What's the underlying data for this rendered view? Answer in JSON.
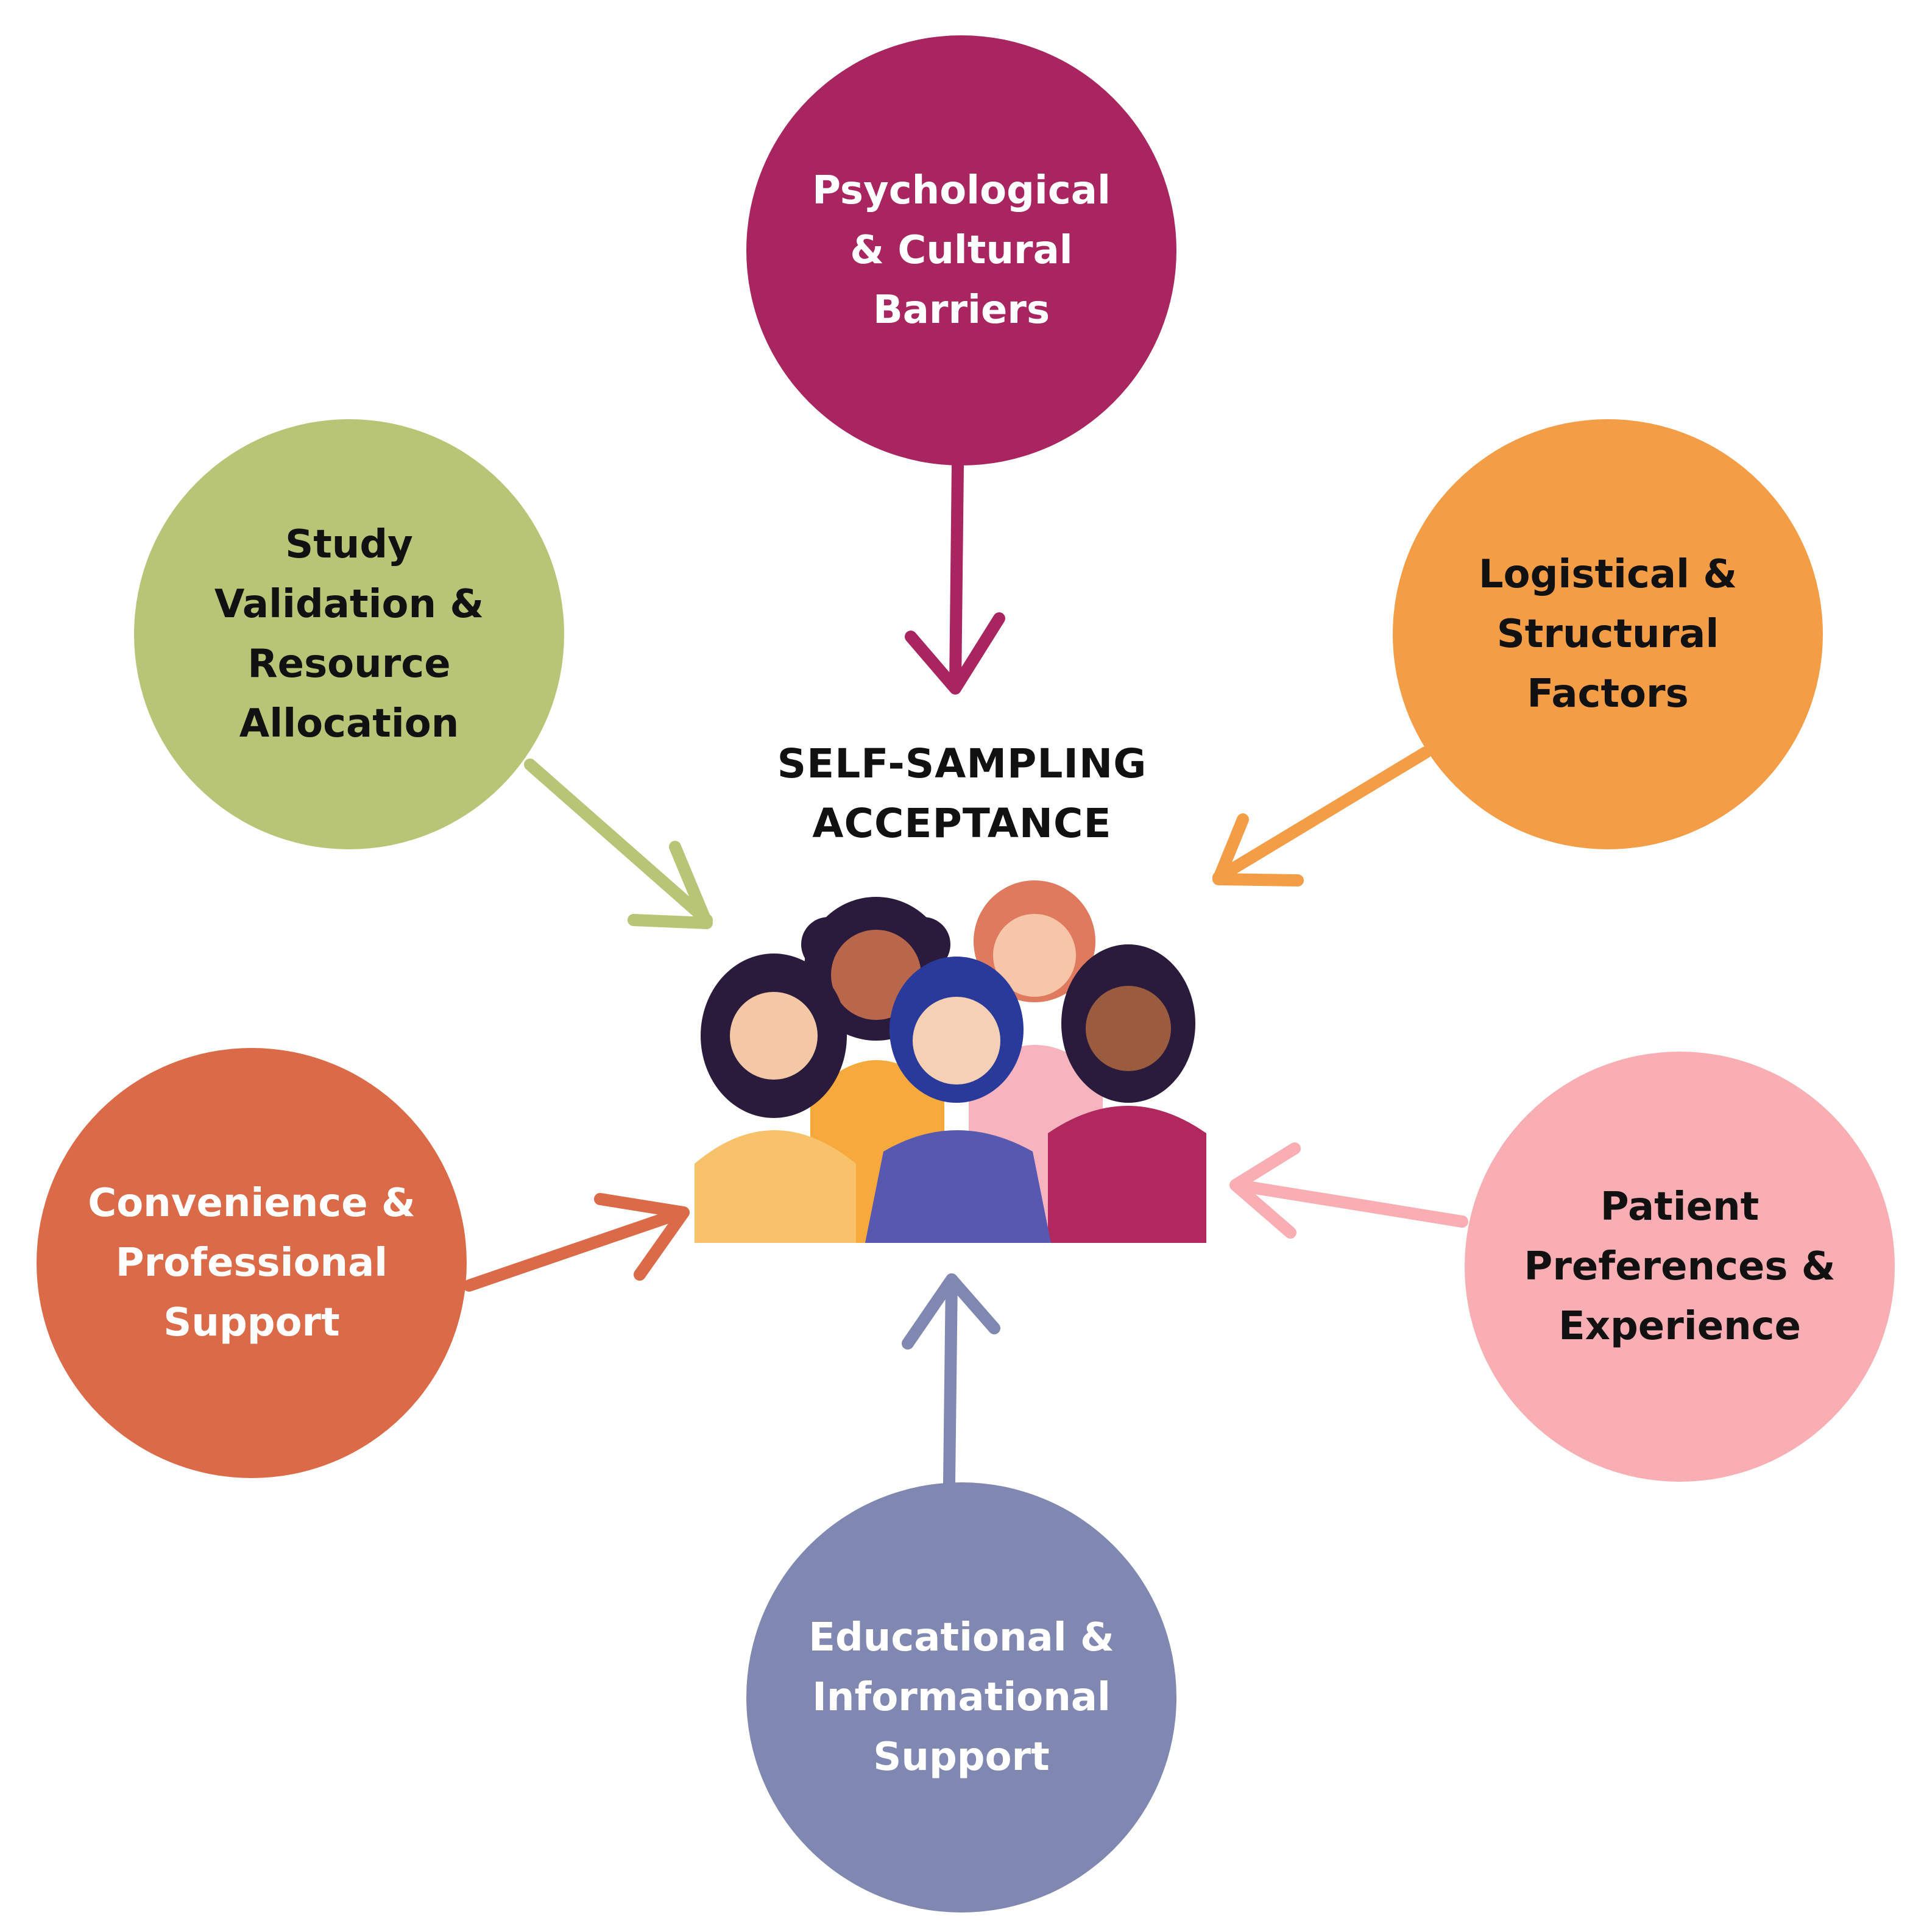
{
  "center": {
    "title_lines": [
      "SELF-SAMPLING",
      "ACCEPTANCE"
    ]
  },
  "factors": [
    {
      "id": "psych",
      "lines": [
        "Psychological",
        "& Cultural",
        "Barriers"
      ],
      "color": "#A82560"
    },
    {
      "id": "study",
      "lines": [
        "Study",
        "Validation &",
        "Resource",
        "Allocation"
      ],
      "color": "#B8C577"
    },
    {
      "id": "logist",
      "lines": [
        "Logistical &",
        "Structural",
        "Factors"
      ],
      "color": "#F49D47"
    },
    {
      "id": "conv",
      "lines": [
        "Convenience &",
        "Professional",
        "Support"
      ],
      "color": "#DB6B48"
    },
    {
      "id": "patient",
      "lines": [
        "Patient",
        "Preferences &",
        "Experience"
      ],
      "color": "#F8AEB2"
    },
    {
      "id": "edu",
      "lines": [
        "Educational &",
        "Informational",
        "Support"
      ],
      "color": "#8088B1"
    }
  ],
  "illustration": "group-of-women-icon"
}
